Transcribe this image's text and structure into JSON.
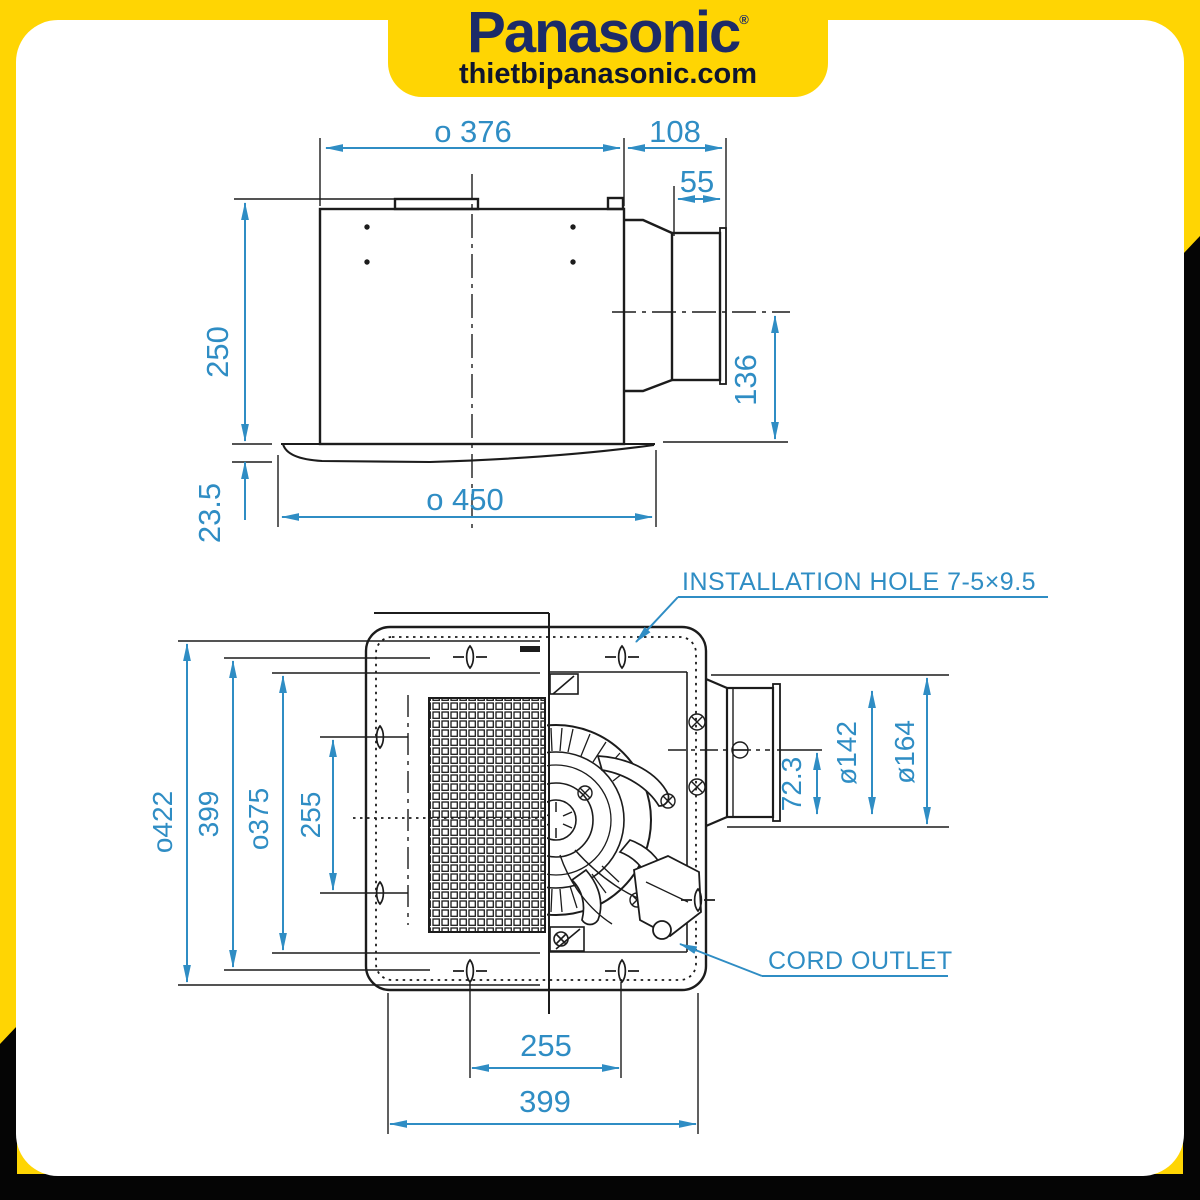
{
  "brand": {
    "logo": "Panasonic",
    "registered": "®",
    "website": "thietbipanasonic.com"
  },
  "colors": {
    "brand_yellow": "#FFD503",
    "logo_navy": "#1c2b68",
    "dimension_blue": "#2f8dc4",
    "line_black": "#1c1c1c"
  },
  "side_view": {
    "dims": {
      "body_width": "o 376",
      "duct_extension": "108",
      "duct_length": "55",
      "body_height": "250",
      "panel_gap": "23.5",
      "panel_width": "o 450",
      "duct_axis_height": "136"
    }
  },
  "bottom_view": {
    "dims": {
      "panel_outline": "o422",
      "body_height": "399",
      "inner_outline": "o375",
      "hole_pitch_left": "255",
      "duct_axis_offset": "72.3",
      "duct_inner_diameter": "ø142",
      "duct_outer_diameter": "ø164",
      "hole_pitch_bottom": "255",
      "body_width_bottom": "399"
    },
    "labels": {
      "installation_hole": "INSTALLATION HOLE 7-5×9.5",
      "cord_outlet": "CORD OUTLET"
    }
  }
}
